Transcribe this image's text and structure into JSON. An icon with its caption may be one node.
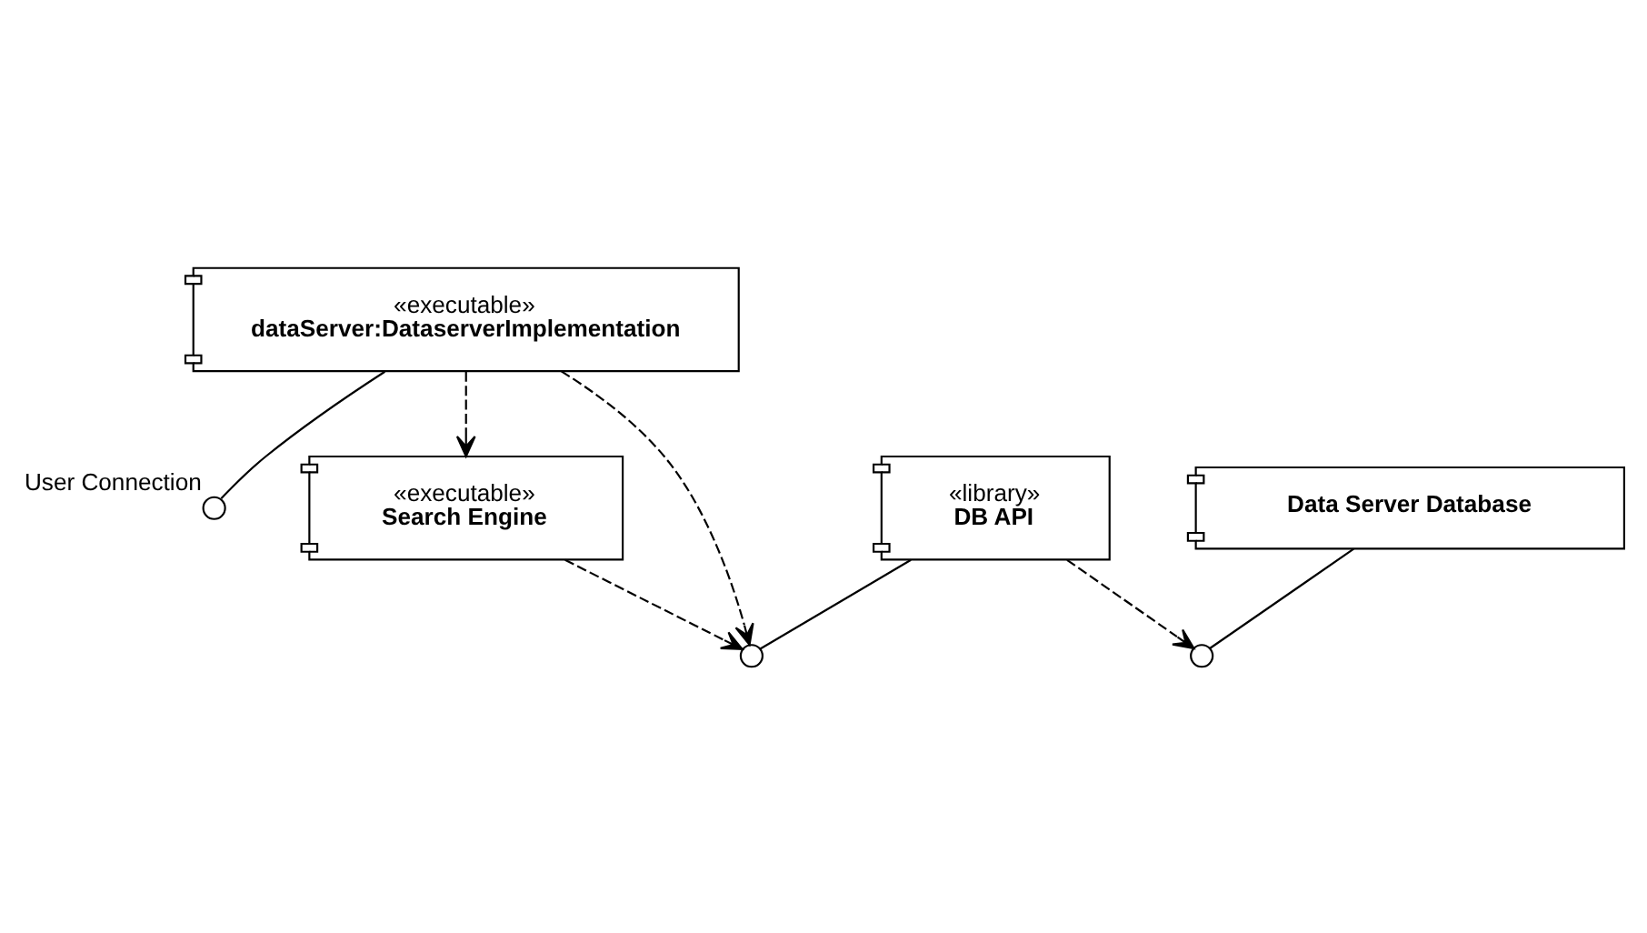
{
  "diagram": {
    "nodes": [
      {
        "text": [],
        "shape": "circle",
        "beside": [
          "User Connection"
        ]
      },
      {
        "text": [
          "«executable»",
          "dataServer:DataserverImplementation"
        ]
      },
      {
        "text": [
          "«executable»",
          "Search Engine"
        ]
      },
      {
        "text": [
          "«library»",
          "DB API"
        ]
      },
      {
        "text": [
          "Data Server Database"
        ]
      },
      {
        "text": [],
        "shape": "circle"
      },
      {
        "text": [],
        "shape": "circle"
      }
    ],
    "edges": [
      {
        "from": 1,
        "to": 0,
        "arrow": "none"
      },
      {
        "from": 1,
        "to": 2,
        "arrow": "to",
        "style": "dashed"
      },
      {
        "from": 1,
        "to": 5,
        "arrow": "to",
        "style": "dashed"
      },
      {
        "from": 2,
        "to": 5,
        "arrow": "to",
        "style": "dashed"
      },
      {
        "from": 3,
        "to": 5,
        "arrow": "none"
      },
      {
        "from": 4,
        "to": 6,
        "arrow": "none"
      },
      {
        "from": 3,
        "to": 6,
        "arrow": "to",
        "style": "dashed"
      }
    ]
  }
}
